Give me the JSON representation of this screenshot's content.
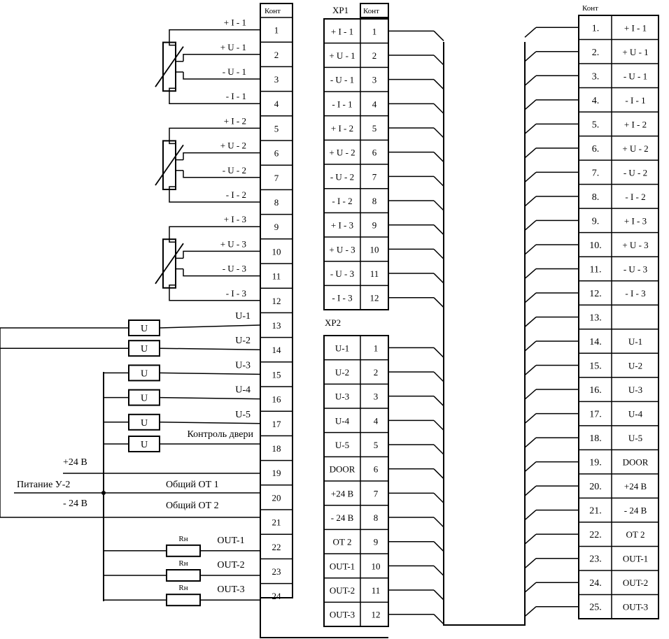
{
  "left_block": {
    "header": "Конт",
    "numbers": [
      "1",
      "2",
      "3",
      "4",
      "5",
      "6",
      "7",
      "8",
      "9",
      "10",
      "11",
      "12",
      "13",
      "14",
      "15",
      "16",
      "17",
      "18",
      "19",
      "20",
      "21",
      "22",
      "23",
      "24"
    ]
  },
  "sensor_labels": [
    "+ I - 1",
    "+ U - 1",
    "- U - 1",
    "- I - 1",
    "+ I - 2",
    "+ U - 2",
    "- U - 2",
    "- I - 2",
    "+ I - 3",
    "+ U - 3",
    "- U - 3",
    "- I - 3"
  ],
  "signal_labels": [
    "U-1",
    "U-2",
    "U-3",
    "U-4",
    "U-5",
    "Контроль двери"
  ],
  "u_symbol": "U",
  "power": {
    "plus": "+24 В",
    "name": "Питание У-2",
    "minus": "- 24 В",
    "common1": "Общий ОТ 1",
    "common2": "Общий ОТ 2"
  },
  "outputs": {
    "labels": [
      "OUT-1",
      "OUT-2",
      "OUT-3"
    ],
    "resistor": "Rн"
  },
  "xp1": {
    "title": "XP1",
    "header": "Конт",
    "signals": [
      "+ I - 1",
      "+ U - 1",
      "- U - 1",
      "- I - 1",
      "+ I - 2",
      "+ U - 2",
      "- U - 2",
      "- I - 2",
      "+ I - 3",
      "+ U - 3",
      "- U - 3",
      "- I - 3"
    ],
    "numbers": [
      "1",
      "2",
      "3",
      "4",
      "5",
      "6",
      "7",
      "8",
      "9",
      "10",
      "11",
      "12"
    ]
  },
  "xp2": {
    "title": "XP2",
    "signals": [
      "U-1",
      "U-2",
      "U-3",
      "U-4",
      "U-5",
      "DOOR",
      "+24 В",
      "- 24 В",
      "ОТ 2",
      "OUT-1",
      "OUT-2",
      "OUT-3"
    ],
    "numbers": [
      "1",
      "2",
      "3",
      "4",
      "5",
      "6",
      "7",
      "8",
      "9",
      "10",
      "11",
      "12"
    ]
  },
  "right_block": {
    "header": "Конт",
    "numbers": [
      "1.",
      "2.",
      "3.",
      "4.",
      "5.",
      "6.",
      "7.",
      "8.",
      "9.",
      "10.",
      "11.",
      "12.",
      "13.",
      "14.",
      "15.",
      "16.",
      "17.",
      "18.",
      "19.",
      "20.",
      "21.",
      "22.",
      "23.",
      "24.",
      "25."
    ],
    "signals": [
      "+ I - 1",
      "+ U - 1",
      "- U - 1",
      "- I - 1",
      "+ I - 2",
      "+ U - 2",
      "- U - 2",
      "- I - 2",
      "+ I - 3",
      "+ U - 3",
      "- U - 3",
      "- I - 3",
      "",
      "U-1",
      "U-2",
      "U-3",
      "U-4",
      "U-5",
      "DOOR",
      "+24 В",
      "- 24 В",
      "ОТ 2",
      "OUT-1",
      "OUT-2",
      "OUT-3"
    ]
  }
}
